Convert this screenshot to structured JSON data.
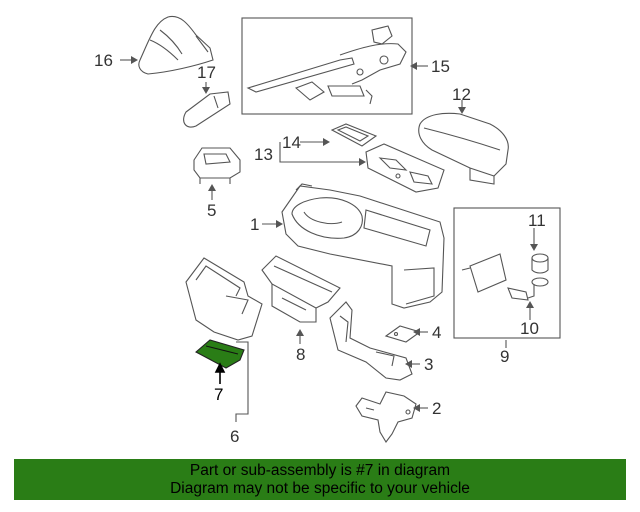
{
  "callouts": {
    "c1": "1",
    "c2": "2",
    "c3": "3",
    "c4": "4",
    "c5": "5",
    "c6": "6",
    "c7": "7",
    "c8": "8",
    "c9": "9",
    "c10": "10",
    "c11": "11",
    "c12": "12",
    "c13": "13",
    "c14": "14",
    "c15": "15",
    "c16": "16",
    "c17": "17"
  },
  "highlight_part": "7",
  "banner": {
    "line1": "Part or sub-assembly is #7 in diagram",
    "line2": "Diagram may not be specific to your vehicle"
  },
  "colors": {
    "banner_bg": "#2a7d16",
    "highlight_fill": "#2a7d16",
    "line": "#555555"
  }
}
